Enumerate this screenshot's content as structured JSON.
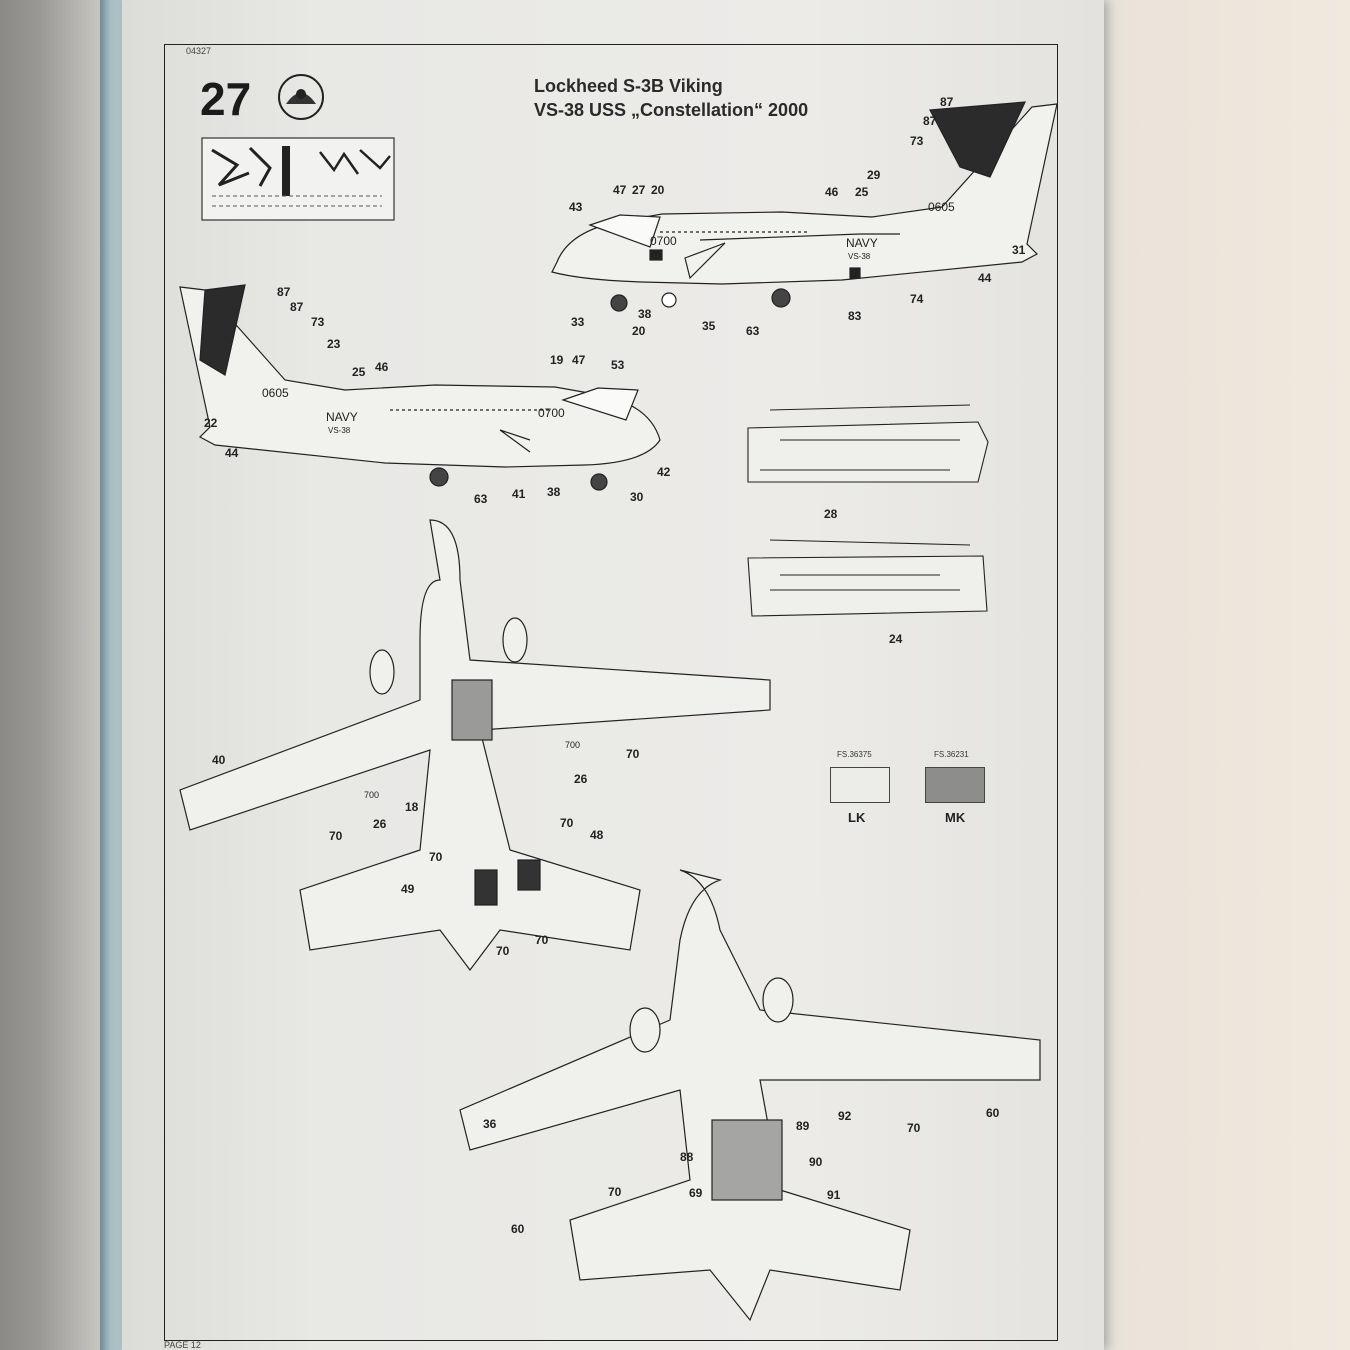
{
  "doc_code": "04327",
  "step_number": "27",
  "title_line1": "Lockheed S-3B Viking",
  "title_line2": "VS-38 USS „Constellation“ 2000",
  "page_label": "PAGE 12",
  "tail_code": "0605",
  "nose_code": "0700",
  "navy_text": "NAVY",
  "squadron_text": "VS-38",
  "wing_code": "700",
  "colors": [
    {
      "code": "FS.36375",
      "symbol": "LK",
      "hex": "#ecece9"
    },
    {
      "code": "FS.36231",
      "symbol": "MK",
      "hex": "#8d8d8b"
    }
  ],
  "callouts_top_right": [
    "87",
    "87",
    "73",
    "47",
    "27",
    "20",
    "43",
    "46",
    "25",
    "29",
    "31",
    "44",
    "74",
    "83",
    "63",
    "35",
    "20",
    "38",
    "33"
  ],
  "callouts_top_left": [
    "87",
    "87",
    "73",
    "23",
    "25",
    "46",
    "19",
    "47",
    "53",
    "22",
    "44",
    "63",
    "41",
    "38",
    "30",
    "42"
  ],
  "callouts_details": [
    "28",
    "24"
  ],
  "callouts_bottom": [
    "40",
    "70",
    "26",
    "18",
    "26",
    "70",
    "70",
    "48",
    "70",
    "49",
    "70",
    "70",
    "36",
    "70",
    "60",
    "88",
    "69",
    "89",
    "90",
    "91",
    "92",
    "70",
    "60"
  ]
}
